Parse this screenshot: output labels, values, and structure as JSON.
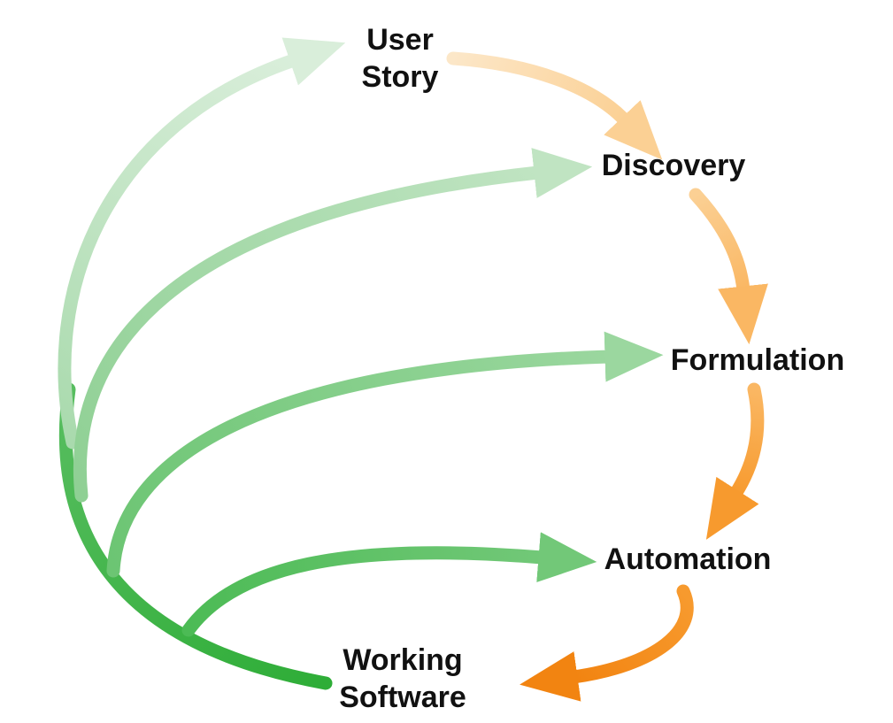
{
  "nodes": [
    {
      "id": "user-story",
      "label": "User\nStory"
    },
    {
      "id": "discovery",
      "label": "Discovery"
    },
    {
      "id": "formulation",
      "label": "Formulation"
    },
    {
      "id": "automation",
      "label": "Automation"
    },
    {
      "id": "working-software",
      "label": "Working\nSoftware"
    }
  ],
  "edges": [
    {
      "type": "feedback",
      "to": "User Story",
      "color_start": "#a9daad",
      "color_end": "#d9eeda"
    },
    {
      "type": "feedback",
      "to": "Discovery",
      "color_start": "#8fd094",
      "color_end": "#c0e4c2"
    },
    {
      "type": "feedback",
      "to": "Formulation",
      "color_start": "#6cc573",
      "color_end": "#9bd79f"
    },
    {
      "type": "feedback",
      "to": "Automation",
      "color_start": "#4cbb55",
      "color_end": "#72c878"
    },
    {
      "type": "feedback",
      "to": "Working Software",
      "color_start": "#57bd5f",
      "color_end": "#2ead37"
    },
    {
      "type": "forward",
      "from": "User Story",
      "to": "Discovery",
      "color_start": "#fce7c8",
      "color_end": "#fbd094"
    },
    {
      "type": "forward",
      "from": "Discovery",
      "to": "Formulation",
      "color_start": "#fbd094",
      "color_end": "#fab763"
    },
    {
      "type": "forward",
      "from": "Formulation",
      "to": "Automation",
      "color_start": "#fab763",
      "color_end": "#f79a2e"
    },
    {
      "type": "forward",
      "from": "Automation",
      "to": "Working Software",
      "color_start": "#f79a2e",
      "color_end": "#f28411"
    }
  ],
  "colors": {
    "text": "#111111",
    "g1": {
      "start": "#a9daad",
      "end": "#d9eeda"
    },
    "g2": {
      "start": "#8fd094",
      "end": "#c0e4c2"
    },
    "g3": {
      "start": "#6cc573",
      "end": "#9bd79f"
    },
    "g4": {
      "start": "#4cbb55",
      "end": "#72c878"
    },
    "g5": {
      "start": "#57bd5f",
      "end": "#2ead37"
    },
    "o1": {
      "start": "#fce7c8",
      "end": "#fbd094"
    },
    "o2": {
      "start": "#fbd094",
      "end": "#fab763"
    },
    "o3": {
      "start": "#fab763",
      "end": "#f79a2e"
    },
    "o4": {
      "start": "#f79a2e",
      "end": "#f28411"
    }
  }
}
